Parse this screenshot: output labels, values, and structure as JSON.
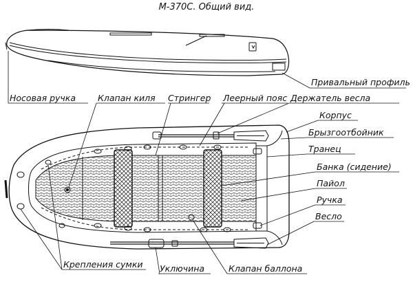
{
  "title": "M-370C. Общий вид.",
  "labels": {
    "privalny_profil": "Привальный профиль",
    "nosovaya_ruchka": "Носовая ручка",
    "klapan_kilya": "Клапан киля",
    "stringer": "Стрингер",
    "leerny_poyas": "Леерный пояс",
    "derzhatel_vesla": "Держатель весла",
    "korpus": "Корпус",
    "bryzgootboynik": "Брызгоотбойник",
    "tranets": "Транец",
    "banka": "Банка (сидение)",
    "payol": "Пайол",
    "ruchka": "Ручка",
    "veslo": "Весло",
    "krepleniya_sumki": "Крепления сумки",
    "uklyuchina": "Уключина",
    "klapan_ballona": "Клапан баллона"
  }
}
